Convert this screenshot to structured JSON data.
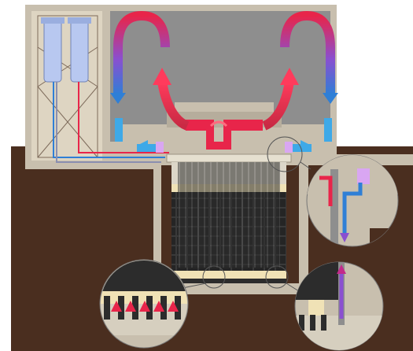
{
  "diagram": {
    "kind": "reactor-cutaway",
    "labels": [],
    "colors": {
      "background": "#ffffff",
      "soil": "#4a2e1f",
      "concrete": "#c8bfae",
      "room_wall": "#8e8e8e",
      "hot_air": "#e8254a",
      "cool_air": "#2f7fd6",
      "transition_air": "#8a4fd0",
      "insulation": "#f0e2b6",
      "core_dark": "#2c2c2c",
      "heat_exchanger": "#b8c8f0",
      "vent_purple": "#d9a6f2",
      "vent_blue": "#3ea9e8"
    },
    "components": [
      "soil",
      "concrete-structure",
      "upper-airflow-chamber",
      "left-heat-exchanger-column",
      "reactor-core",
      "hot-duct",
      "detail-callout-left",
      "detail-callout-right-top",
      "detail-callout-right-bottom"
    ],
    "arrows": [
      {
        "name": "left-loop",
        "color": "cool_air"
      },
      {
        "name": "right-loop",
        "color": "cool_air"
      },
      {
        "name": "center-left-rise",
        "color": "hot_air"
      },
      {
        "name": "center-right-rise",
        "color": "hot_air"
      }
    ]
  }
}
